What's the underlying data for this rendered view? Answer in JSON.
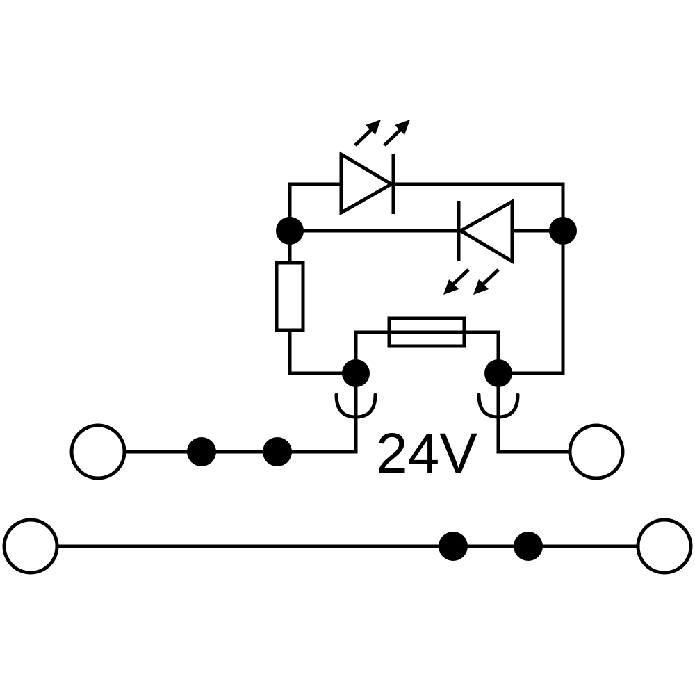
{
  "diagram": {
    "voltage_label": "24V",
    "colors": {
      "line": "#000000",
      "background": "#ffffff"
    },
    "components": [
      "led-emitting",
      "led-emitting-reverse",
      "resistor",
      "fuse",
      "plug-contact-left",
      "plug-contact-right"
    ]
  }
}
